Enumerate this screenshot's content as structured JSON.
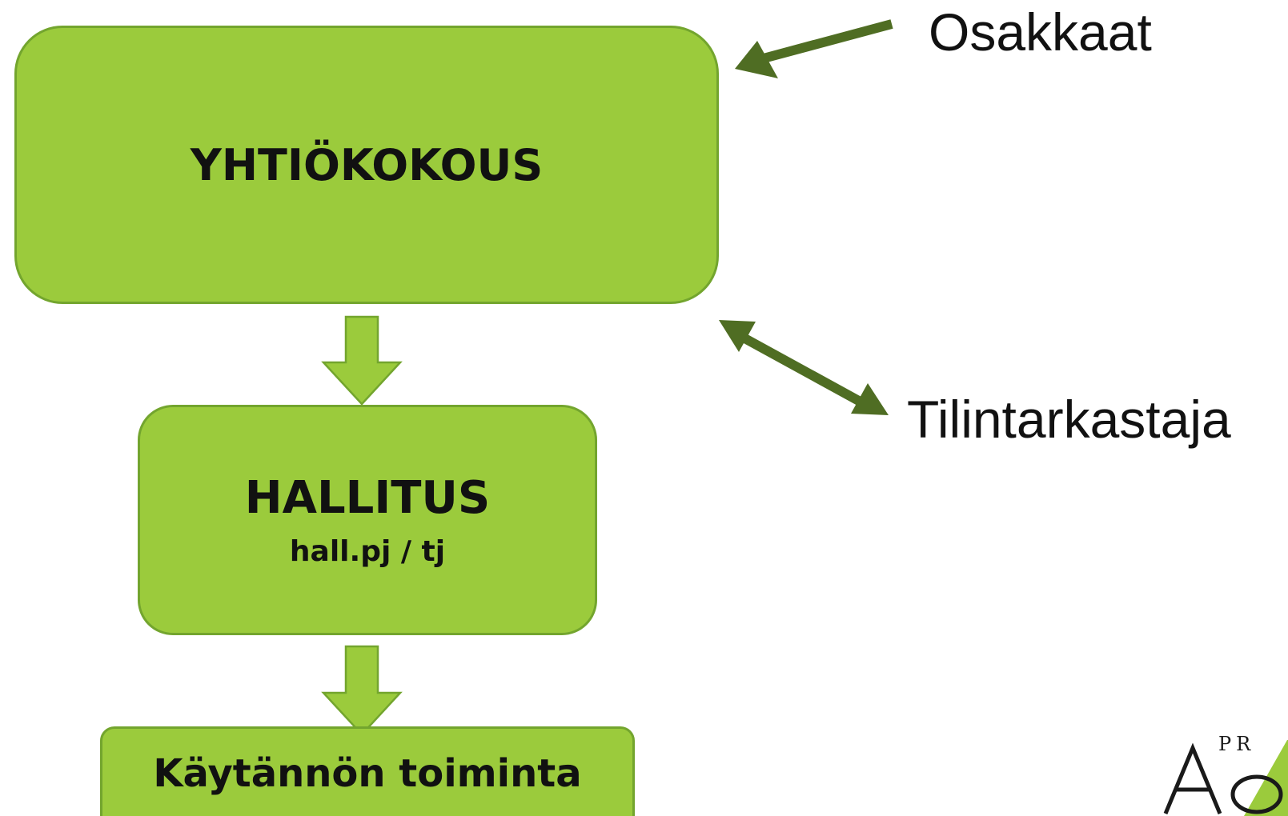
{
  "diagram": {
    "yhtiokokous": {
      "title": "YHTIÖKOKOUS"
    },
    "hallitus": {
      "title": "HALLITUS",
      "subtitle": "hall.pj / tj"
    },
    "kaytanto": {
      "title": "Käytännön toiminta"
    },
    "osakkaat": {
      "label": "Osakkaat"
    },
    "tilintarkastaja": {
      "label": "Tilintarkastaja"
    }
  },
  "logo": {
    "text": "PR"
  },
  "colors": {
    "box_fill": "#9bcb3c",
    "box_border": "#73a52e",
    "arrow_dark": "#4f6d23",
    "arrow_light": "#9bcb3c"
  }
}
